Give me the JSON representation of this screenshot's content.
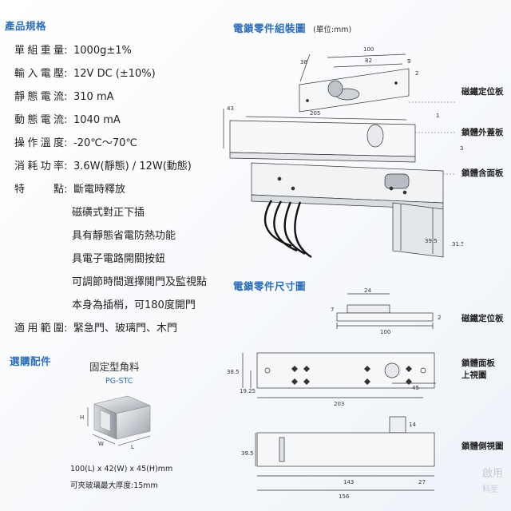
{
  "specs": {
    "title": "產品規格",
    "rows": [
      {
        "label": "單組重量",
        "value": "1000g±1%"
      },
      {
        "label": "輸入電壓",
        "value": "12V DC (±10%)"
      },
      {
        "label": "靜態電流",
        "value": "310 mA"
      },
      {
        "label": "動態電流",
        "value": "1040 mA"
      },
      {
        "label": "操作溫度",
        "value": "-20℃～70℃"
      },
      {
        "label": "消耗功率",
        "value": "3.6W(靜態) / 12W(動態)"
      },
      {
        "label": "特　　點",
        "value": "斷電時釋放"
      },
      {
        "label": "適用範圍",
        "value": "緊急門、玻璃門、木門"
      }
    ],
    "features": [
      "磁磺式對正下插",
      "具有靜態省電防熱功能",
      "具電子電路開關按鈕",
      "可調節時間選擇開門及監視點",
      "本身為插梢，可180度開門"
    ]
  },
  "accessory": {
    "title": "選購配件",
    "name": "固定型角料",
    "model": "PG-STC",
    "dims": "100(L) x 42(W) x 45(H)mm",
    "note": "可夾玻璃最大厚度:15mm",
    "axis_h": "H",
    "axis_w": "W",
    "axis_l": "L"
  },
  "assembly": {
    "title": "電鎖零件組裝圖",
    "unit": "(單位:mm)",
    "labels": [
      "磁鐵定位板",
      "鎖體外蓋板",
      "鎖體含面板"
    ],
    "dims": {
      "d100": "100",
      "d82": "82",
      "d38": "38",
      "d9": "9",
      "d2": "2",
      "d43": "43",
      "d205": "205",
      "d1": "1",
      "d3": "3",
      "d395": "39.5",
      "d315": "31.5"
    }
  },
  "dimensions": {
    "title": "電鎖零件尺寸圖",
    "labels": [
      "磁鐵定位板",
      "鎖體面板\n上視圖",
      "鎖體側視圖"
    ],
    "dims": {
      "d24": "24",
      "d7": "7",
      "d2": "2",
      "d100": "100",
      "d385": "38.5",
      "d1925": "19.25",
      "d45": "45",
      "d203": "203",
      "d14": "14",
      "d395": "39.5",
      "d143": "143",
      "d27": "27",
      "d156": "156"
    }
  },
  "watermark": {
    "line1": "啟用",
    "line2": "科至"
  }
}
